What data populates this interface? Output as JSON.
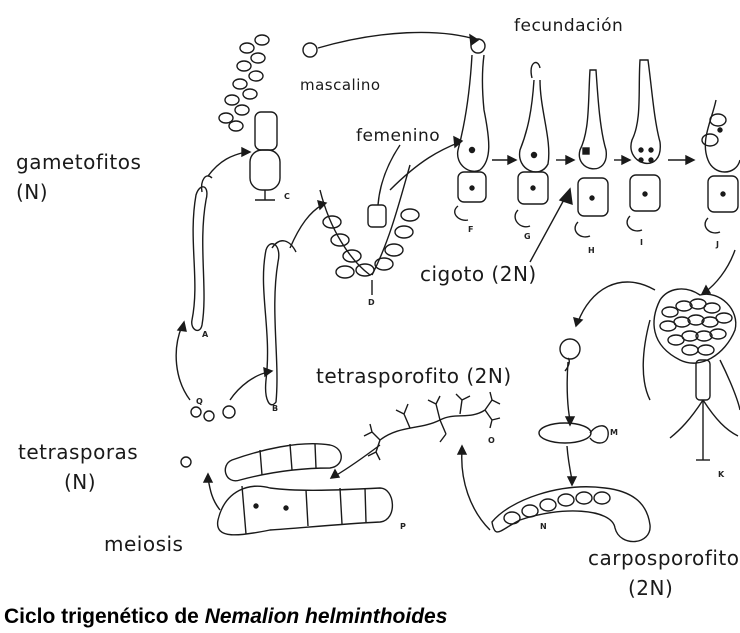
{
  "labels": {
    "fecundacion": "fecundación",
    "mascalino": "mascalino",
    "femenino": "femenino",
    "gametofitos": "gametofitos",
    "gametofitos_n": "(N)",
    "cigoto": "cigoto (2N)",
    "tetrasporofito": "tetrasporofito (2N)",
    "tetrasporas": "tetrasporas",
    "tetrasporas_n": "(N)",
    "meiosis": "meiosis",
    "carposporofito": "carposporofito",
    "carposporofito_n": "(2N)"
  },
  "stage_letters": [
    "A",
    "B",
    "C",
    "D",
    "F",
    "G",
    "H",
    "I",
    "J",
    "K",
    "M",
    "N",
    "O",
    "P",
    "Q"
  ],
  "caption": {
    "prefix": "Ciclo trigenético de ",
    "species": "Nemalion helminthoides"
  }
}
